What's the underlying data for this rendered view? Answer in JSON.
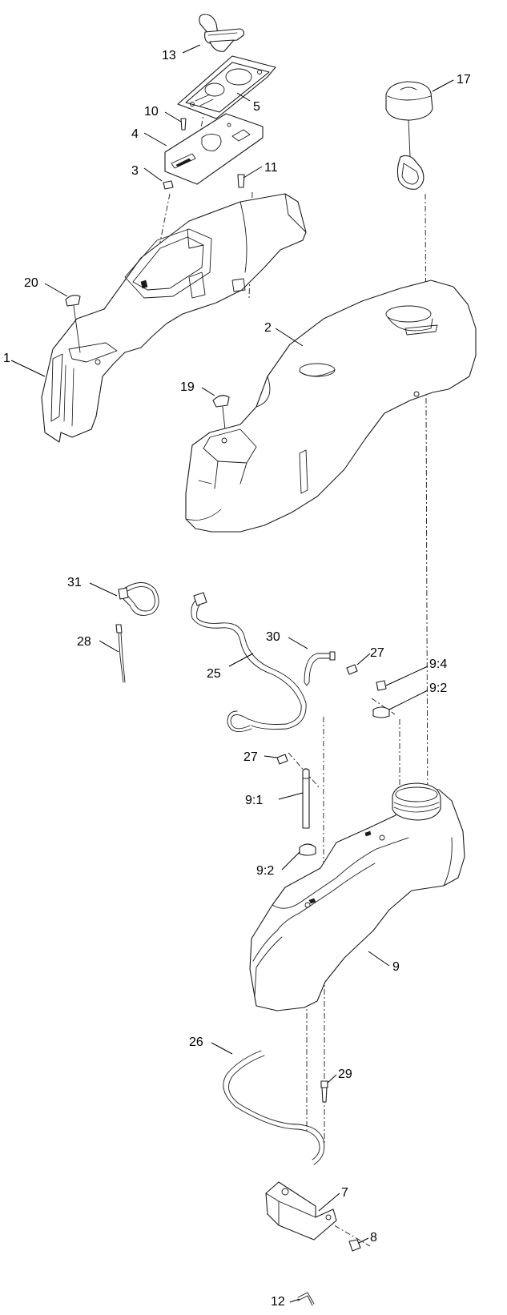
{
  "callouts": {
    "c13": "13",
    "c5": "5",
    "c10": "10",
    "c4": "4",
    "c3": "3",
    "c11": "11",
    "c17": "17",
    "c20": "20",
    "c1": "1",
    "c2": "2",
    "c19": "19",
    "c31": "31",
    "c28": "28",
    "c30": "30",
    "c25": "25",
    "c27a": "27",
    "c9_4": "9:4",
    "c9_2a": "9:2",
    "c27b": "27",
    "c9_1": "9:1",
    "c9_2b": "9:2",
    "c9": "9",
    "c26": "26",
    "c29": "29",
    "c7": "7",
    "c8": "8",
    "c12": "12"
  }
}
